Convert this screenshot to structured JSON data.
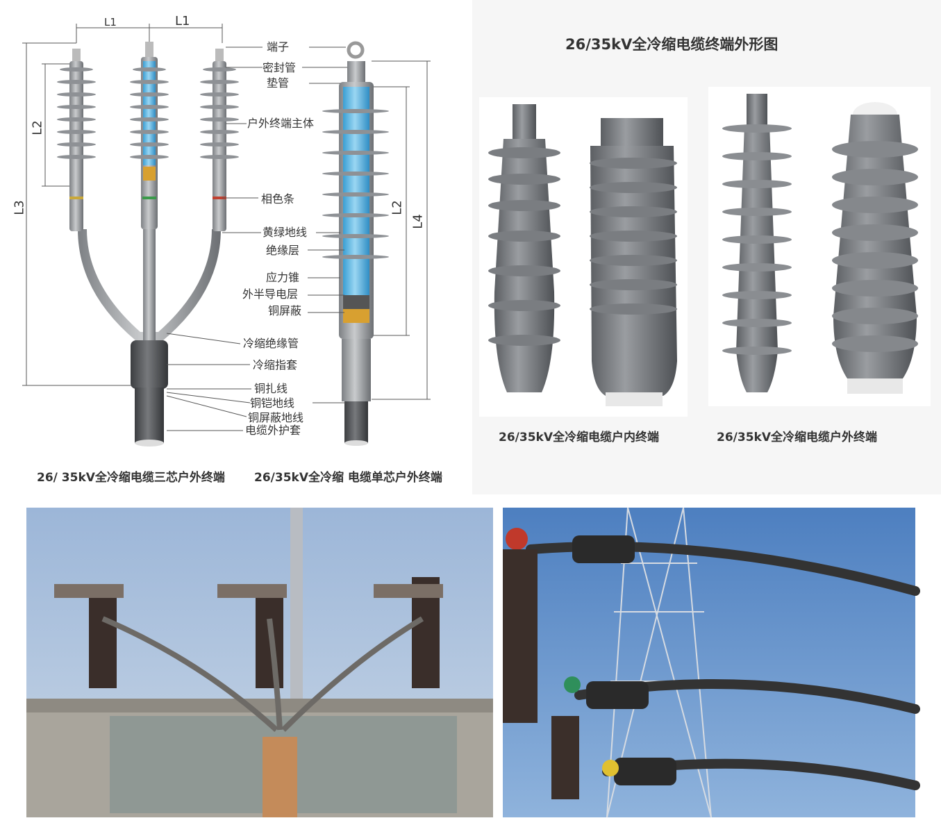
{
  "diagram": {
    "dims": {
      "l1a": "L1",
      "l1b": "L1",
      "l2a": "L2",
      "l2b": "L2",
      "l3": "L3",
      "l4": "L4"
    },
    "labels": {
      "terminal": "端子",
      "seal_tube": "密封管",
      "pad_tube": "垫管",
      "outdoor_body": "户外终端主体",
      "phase_strip": "相色条",
      "yg_ground": "黄绿地线",
      "insulation": "绝缘层",
      "stress_cone": "应力锥",
      "outer_semicon": "外半导电层",
      "copper_shield": "铜屏蔽",
      "cold_tube": "冷缩绝缘管",
      "cold_finger": "冷缩指套",
      "copper_tie": "铜扎线",
      "armor_ground": "铜铠地线",
      "shield_ground": "铜屏蔽地线",
      "outer_sheath": "电缆外护套"
    },
    "caption_three": "26/ 35kV全冷缩电缆三芯户外终端",
    "caption_single": "26/35kV全冷缩 电缆单芯户外终端"
  },
  "products": {
    "title": "26/35kV全冷缩电缆终端外形图",
    "indoor_caption": "26/35kV全冷缩电缆户内终端",
    "outdoor_caption": "26/35kV全冷缩电缆户外终端"
  }
}
